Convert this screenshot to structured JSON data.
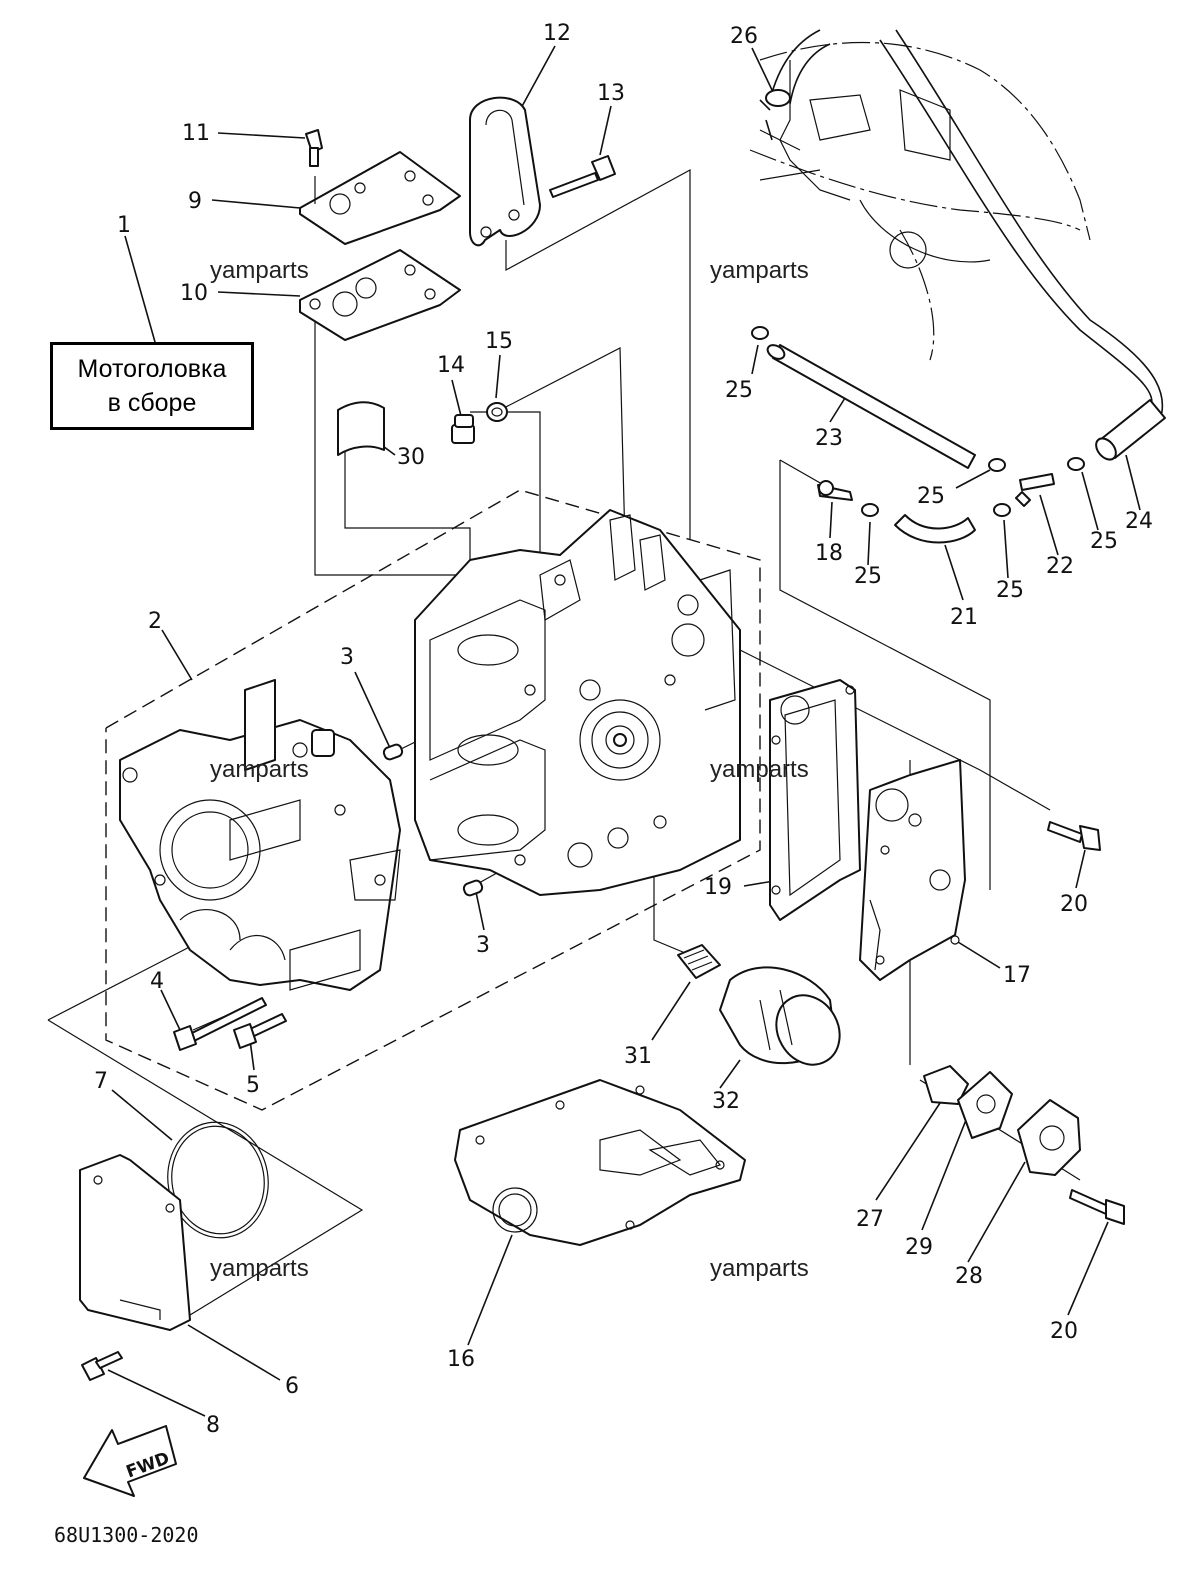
{
  "assembly_label": {
    "line1": "Мотоголовка",
    "line2": "в сборе"
  },
  "watermark": "yamparts",
  "diagram_code": "68U1300-2020",
  "fwd_label": "FWD",
  "callouts": {
    "n1": "1",
    "n2": "2",
    "n3a": "3",
    "n3b": "3",
    "n4": "4",
    "n5": "5",
    "n6": "6",
    "n7": "7",
    "n8": "8",
    "n9": "9",
    "n10": "10",
    "n11": "11",
    "n12": "12",
    "n13": "13",
    "n14": "14",
    "n15": "15",
    "n16": "16",
    "n17": "17",
    "n18": "18",
    "n19": "19",
    "n20a": "20",
    "n20b": "20",
    "n21": "21",
    "n22": "22",
    "n23": "23",
    "n24": "24",
    "n25a": "25",
    "n25b": "25",
    "n25c": "25",
    "n25d": "25",
    "n25e": "25",
    "n26": "26",
    "n27": "27",
    "n28": "28",
    "n29": "29",
    "n30": "30",
    "n31": "31",
    "n32": "32"
  }
}
